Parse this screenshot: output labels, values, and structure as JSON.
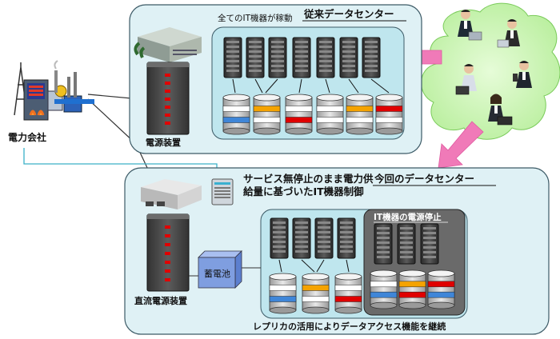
{
  "labels": {
    "power_company": "電力会社",
    "old_dc_title": "従来データセンター",
    "all_it_running": "全てのIT機器が稼動",
    "power_unit": "電源装置",
    "new_dc_title": "今回のデータセンター",
    "service_text_1": "サービス無停止のまま電力供",
    "service_text_2": "給量に基づいたIT機器制御",
    "it_power_stop": "IT機器の電源停止",
    "battery": "蓄電池",
    "dc_power_unit": "直流電源装置",
    "replica_text": "レプリカの活用によりデータアクセス機能を継続"
  },
  "colors": {
    "panel_fill": "#dff1f5",
    "panel_stroke": "#3c5a66",
    "inner_fill": "#bfe6ee",
    "cloud_fill": "#c8f5b4",
    "arrow_pink": "#f07ab8",
    "link_cyan": "#3ab0c8",
    "stopped_fill": "#6a6a6a",
    "battery_fill": "#7f9ee0",
    "red": "#e00000",
    "orange": "#f5a300",
    "blue": "#3f86d8"
  },
  "icons": [
    "building-icon",
    "server-rack-icon",
    "disk-stack-icon",
    "power-unit-icon",
    "factory-icon",
    "battery-icon",
    "user-laptop-icon",
    "cloud-icon"
  ]
}
